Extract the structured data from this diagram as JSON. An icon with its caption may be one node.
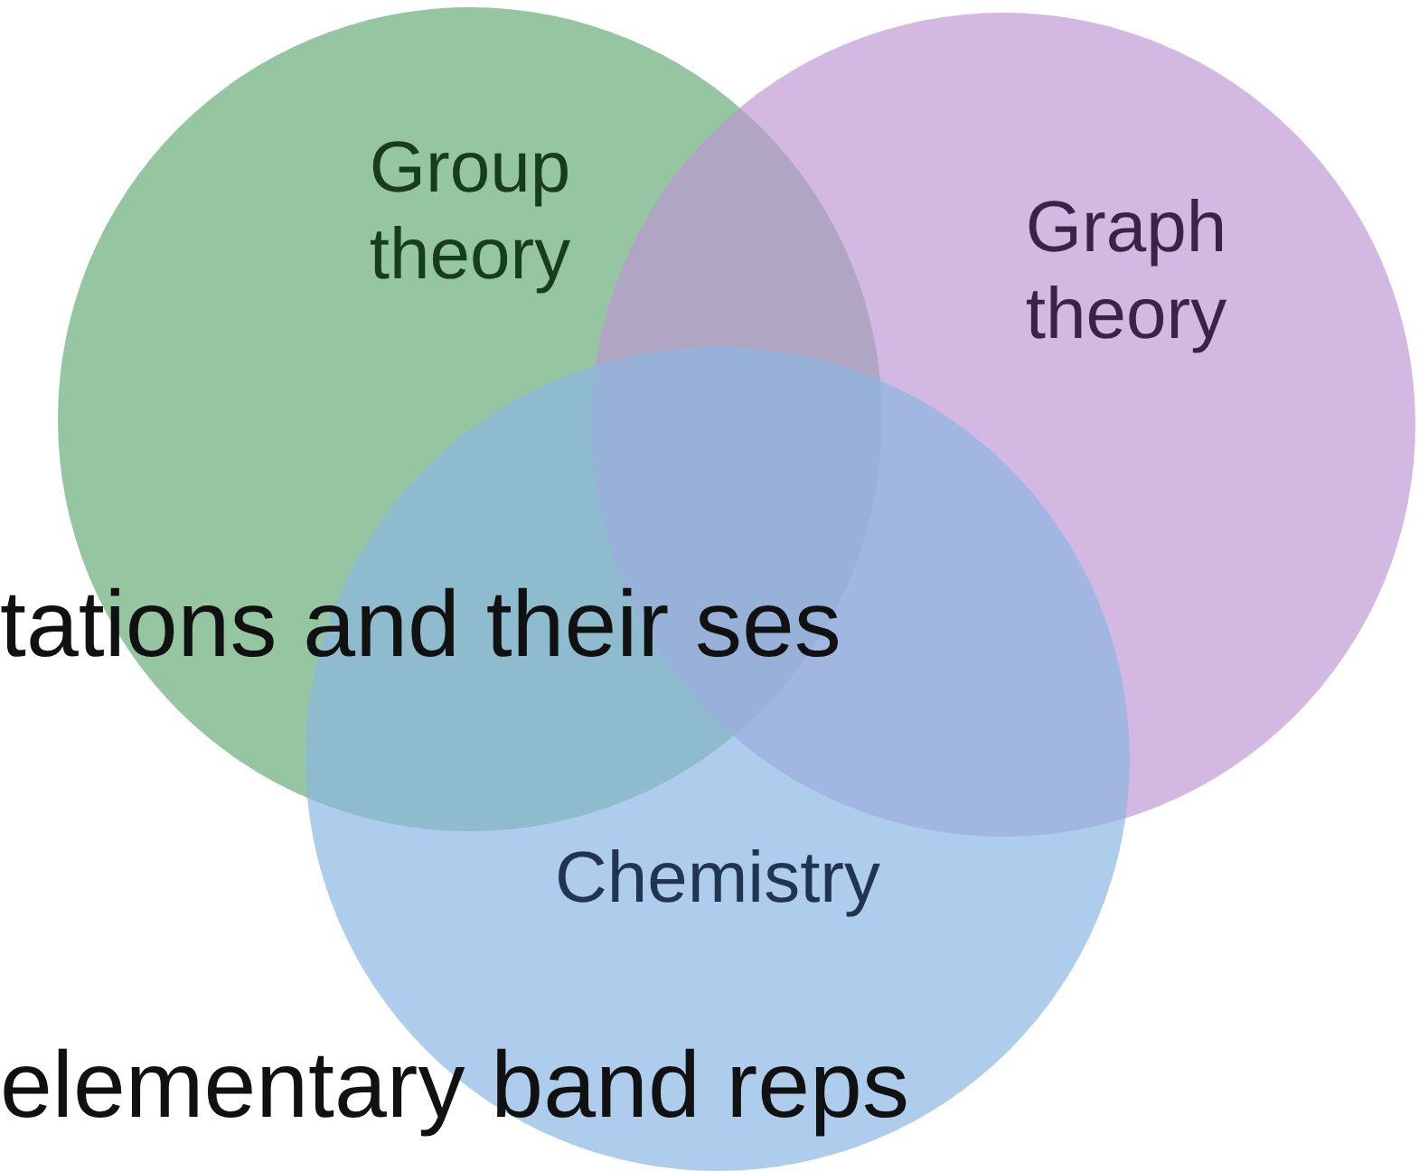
{
  "diagram": {
    "nodes": [
      {
        "text": [
          "Group theory"
        ]
      },
      {
        "text": [
          "Graph theory"
        ]
      },
      {
        "text": [
          "Chemistry"
        ]
      }
    ],
    "edges": [],
    "labels": [
      "tations and their ses",
      "elementary band reps"
    ]
  }
}
